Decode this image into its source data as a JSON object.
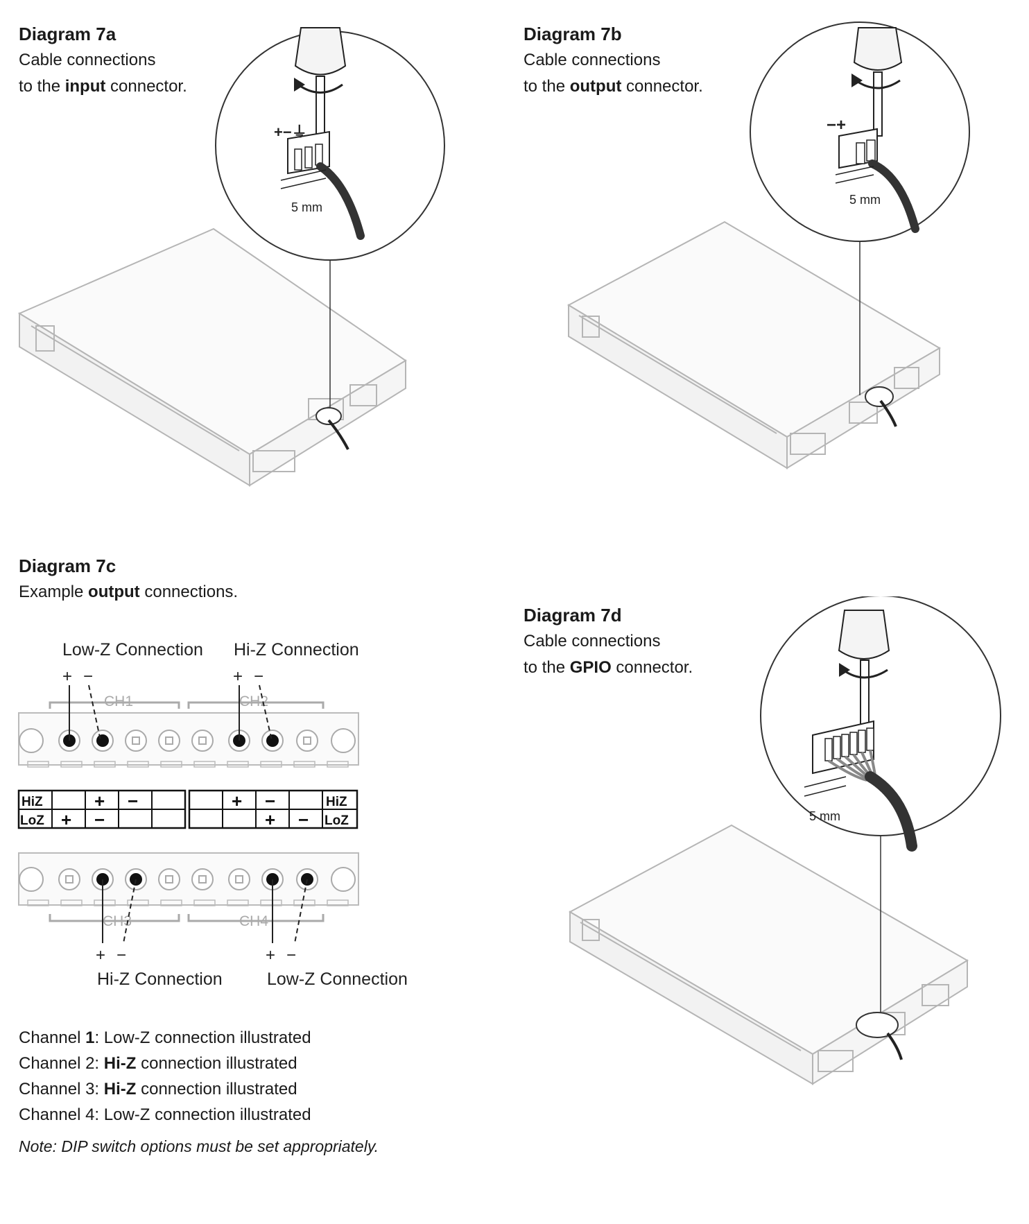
{
  "d7a": {
    "title": "Diagram 7a",
    "line1": "Cable connections",
    "line2_pre": "to the ",
    "line2_bold": "input",
    "line2_post": " connector.",
    "dim": "5 mm",
    "pin_labels": "+−⏚"
  },
  "d7b": {
    "title": "Diagram 7b",
    "line1": "Cable connections",
    "line2_pre": "to the ",
    "line2_bold": "output",
    "line2_post": " connector.",
    "dim": "5 mm",
    "pin_labels": "−+"
  },
  "d7c": {
    "title": "Diagram 7c",
    "line1_pre": "Example ",
    "line1_bold": "output",
    "line1_post": " connections.",
    "top_labels": {
      "lowz": "Low-Z Connection",
      "hiz": "Hi-Z Connection"
    },
    "bottom_labels": {
      "hiz": "Hi-Z Connection",
      "lowz": "Low-Z Connection"
    },
    "channels": {
      "ch1": "CH1",
      "ch2": "CH2",
      "ch3": "CH3",
      "ch4": "CH4"
    },
    "row_labels": {
      "hiz": "HiZ",
      "loz": "LoZ"
    },
    "plus": "+",
    "minus": "−",
    "legend": [
      {
        "pre": "Channel ",
        "bold": "1",
        "mid": ": ",
        "bold2": "",
        "post": "Low-Z connection illustrated"
      },
      {
        "pre": "Channel ",
        "bold": "",
        "mid": "2: ",
        "bold2": "Hi-Z",
        "post": " connection illustrated"
      },
      {
        "pre": "Channel ",
        "bold": "",
        "mid": "3: ",
        "bold2": "Hi-Z",
        "post": " connection illustrated"
      },
      {
        "pre": "Channel ",
        "bold": "",
        "mid": "4: ",
        "bold2": "",
        "post": "Low-Z connection illustrated"
      }
    ],
    "note": "Note: DIP switch options must be set appropriately."
  },
  "d7d": {
    "title": "Diagram 7d",
    "line1": "Cable connections",
    "line2_pre": "to the ",
    "line2_bold": "GPIO",
    "line2_post": " connector.",
    "dim": "5 mm"
  }
}
